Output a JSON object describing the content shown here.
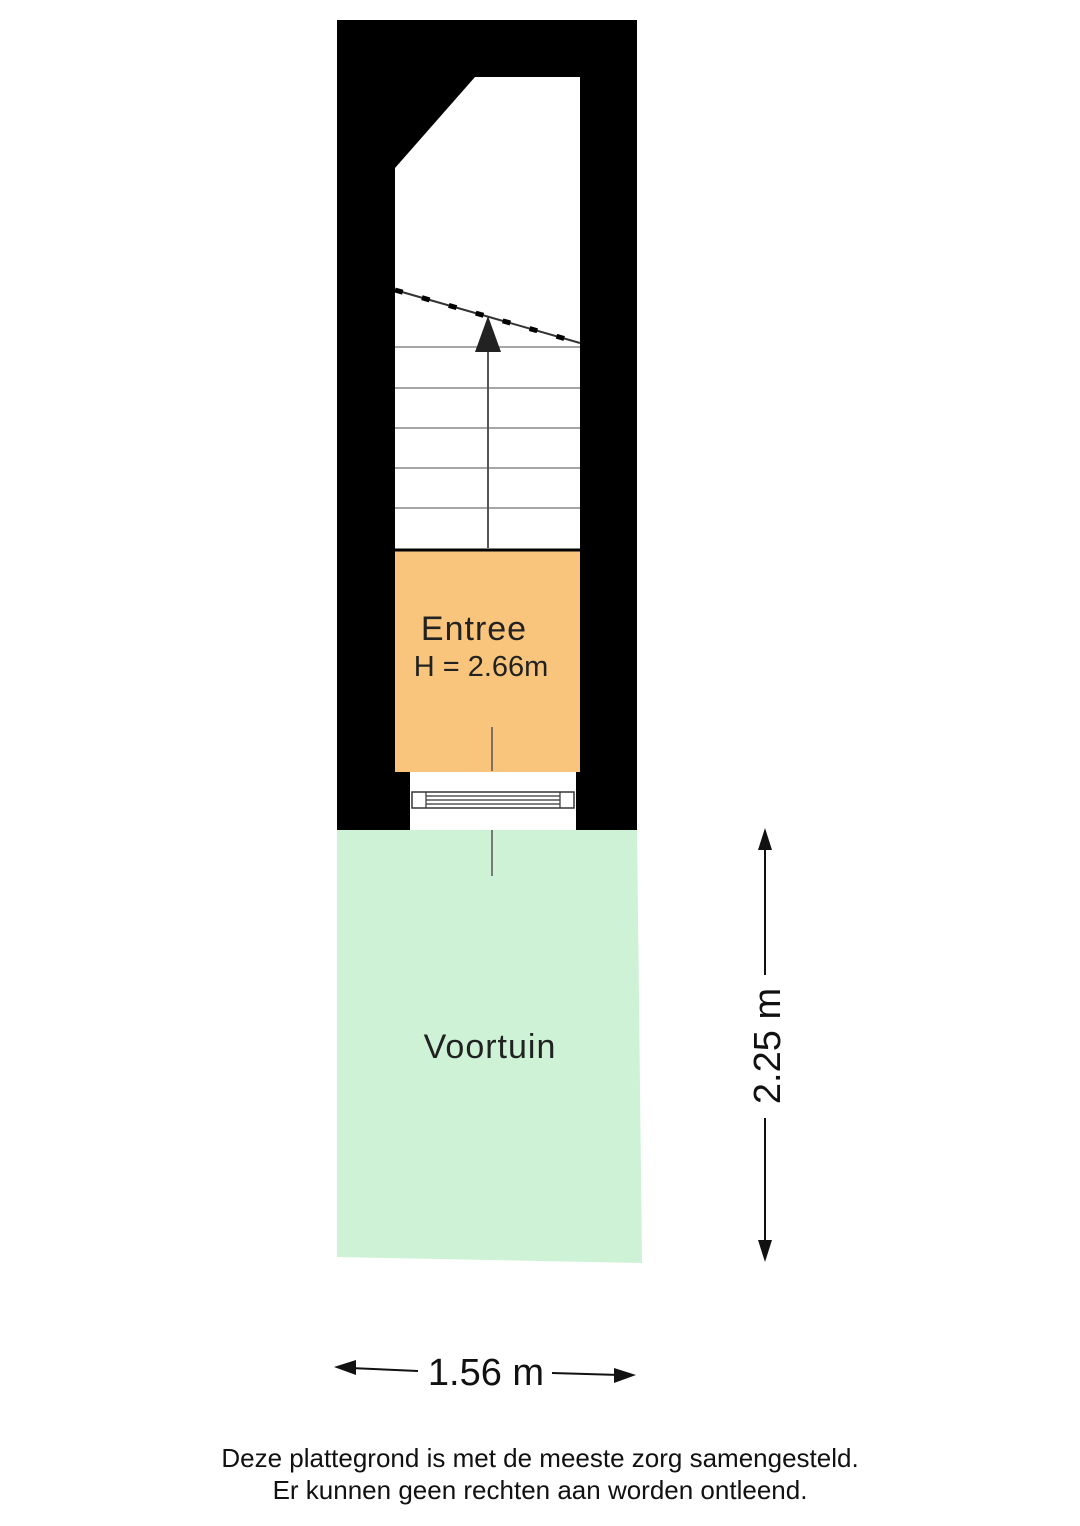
{
  "colors": {
    "wall": "#000000",
    "entree_fill": "#F9C57C",
    "voortuin_fill": "#CDF2D5",
    "floor": "#FFFFFF",
    "line": "#555555"
  },
  "rooms": {
    "entree": {
      "name": "Entree",
      "height": "H = 2.66m"
    },
    "voortuin": {
      "name": "Voortuin"
    }
  },
  "dimensions": {
    "width": "1.56 m",
    "depth": "2.25 m"
  },
  "footer": {
    "line1": "Deze plattegrond is met de meeste zorg samengesteld.",
    "line2": "Er kunnen geen rechten aan worden ontleend."
  }
}
